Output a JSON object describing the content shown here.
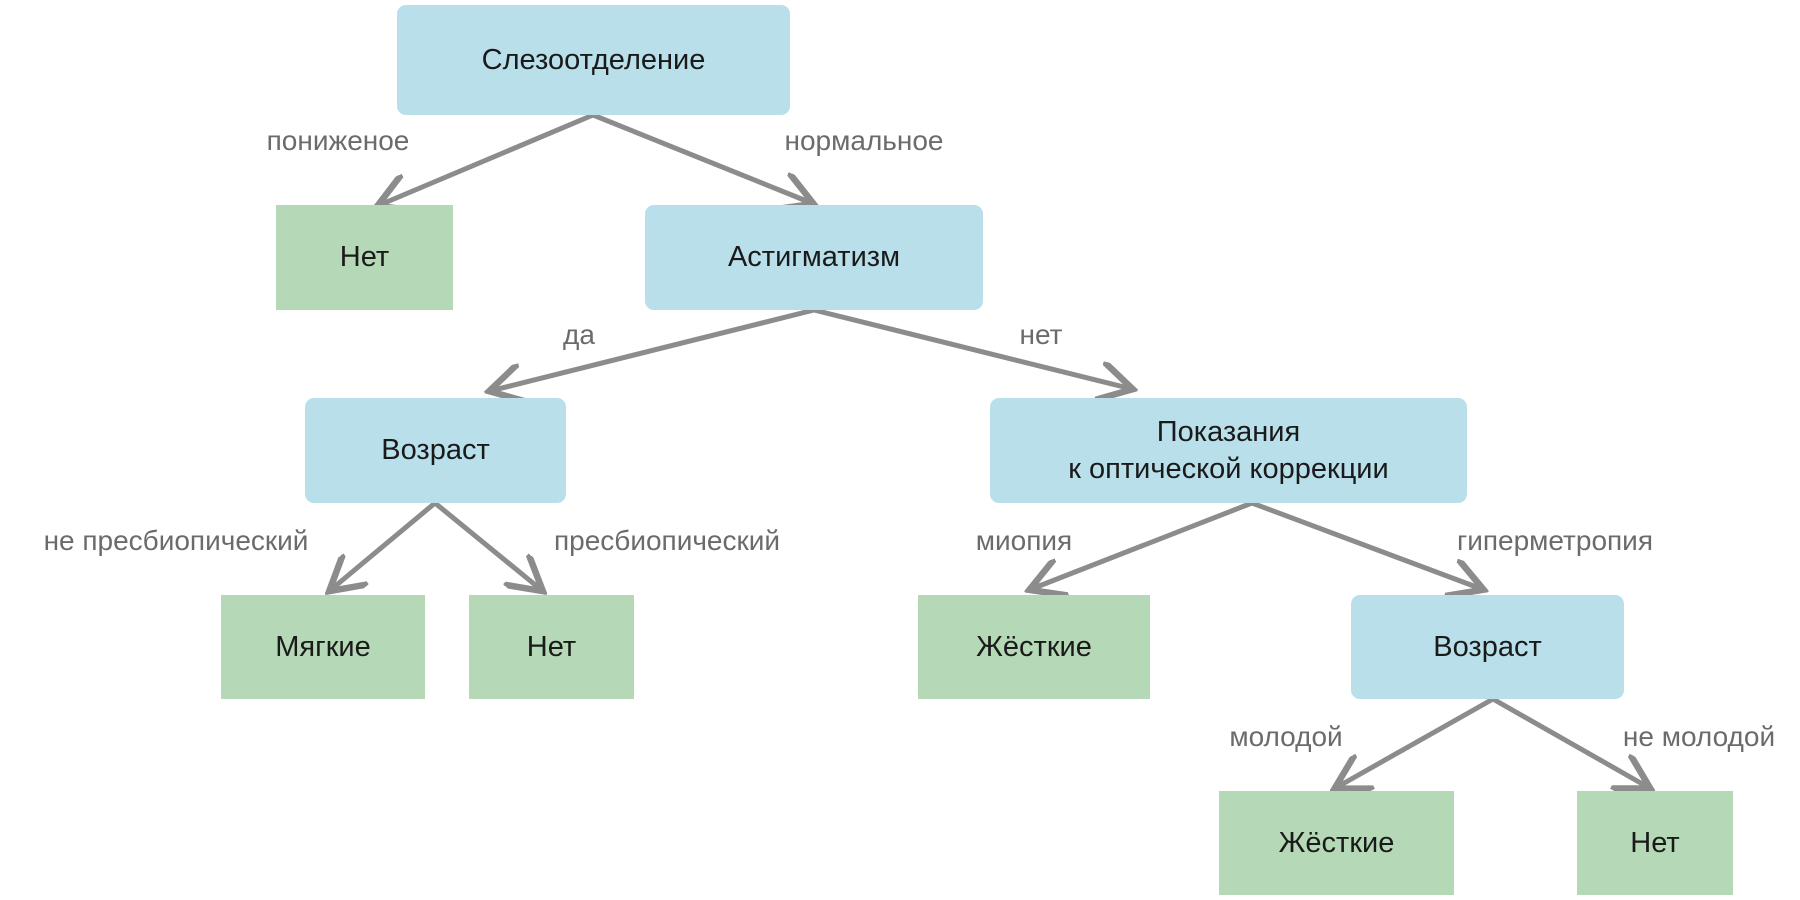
{
  "colors": {
    "question_node": "#b8dfea",
    "leaf_node": "#b5d9b6",
    "edge": "#8c8c8c",
    "edge_label": "#6b6b6b"
  },
  "nodes": {
    "root": "Слезоотделение",
    "leaf_no_1": "Нет",
    "astigmatism": "Астигматизм",
    "age_1": "Возраст",
    "indications_line1": "Показания",
    "indications_line2": "к оптической коррекции",
    "soft": "Мягкие",
    "leaf_no_2": "Нет",
    "hard_1": "Жёсткие",
    "age_2": "Возраст",
    "hard_2": "Жёсткие",
    "leaf_no_3": "Нет"
  },
  "edges": {
    "reduced": "пониженое",
    "normal": "нормальное",
    "yes": "да",
    "no": "нет",
    "not_presbyopic": "не пресбиопический",
    "presbyopic": "пресбиопический",
    "myopia": "миопия",
    "hypermetropia": "гиперметропия",
    "young": "молодой",
    "not_young": "не молодой"
  }
}
